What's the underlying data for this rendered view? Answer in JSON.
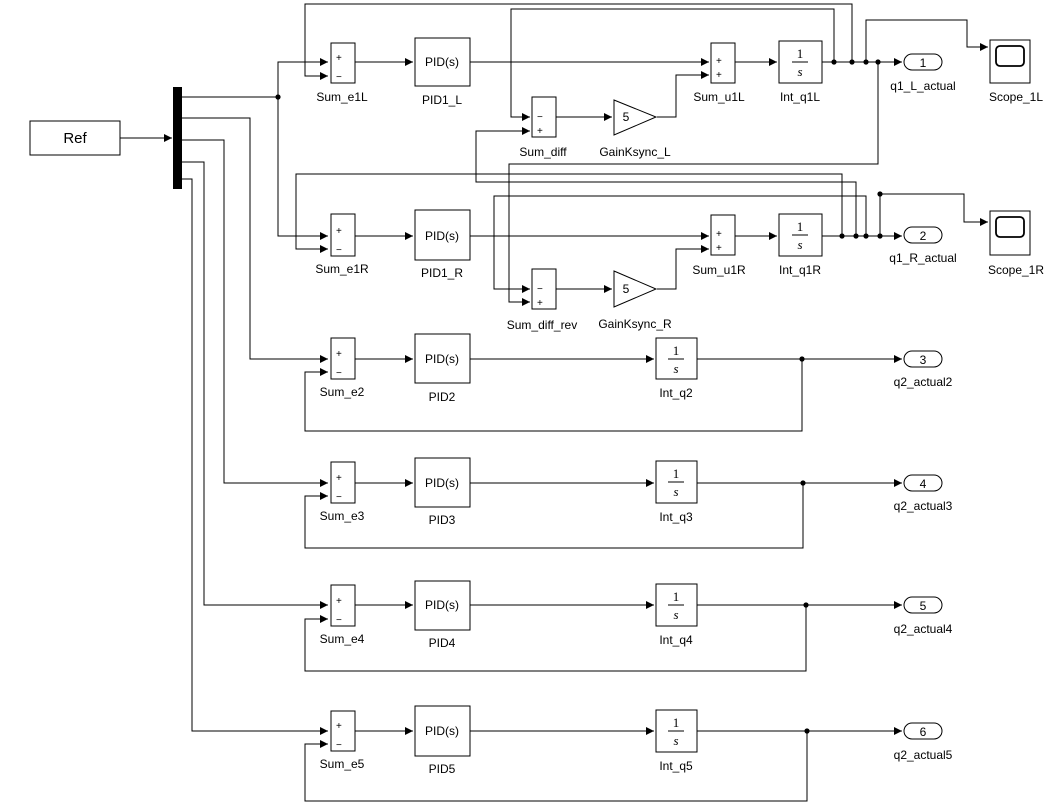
{
  "ref_block": {
    "label": "Ref"
  },
  "sums": {
    "e1L": "Sum_e1L",
    "e1R": "Sum_e1R",
    "e2": "Sum_e2",
    "e3": "Sum_e3",
    "e4": "Sum_e4",
    "e5": "Sum_e5",
    "diff": "Sum_diff",
    "diff_rev": "Sum_diff_rev",
    "u1L": "Sum_u1L",
    "u1R": "Sum_u1R"
  },
  "sign_plus": "+",
  "sign_minus": "−",
  "pid": {
    "text": "PID(s)",
    "names": {
      "L": "PID1_L",
      "R": "PID1_R",
      "p2": "PID2",
      "p3": "PID3",
      "p4": "PID4",
      "p5": "PID5"
    }
  },
  "integrator": {
    "num": "1",
    "den": "s",
    "names": {
      "L": "Int_q1L",
      "R": "Int_q1R",
      "q2": "Int_q2",
      "q3": "Int_q3",
      "q4": "Int_q4",
      "q5": "Int_q5"
    }
  },
  "gain": {
    "value": "5",
    "names": {
      "L": "GainKsync_L",
      "R": "GainKsync_R"
    }
  },
  "outports": [
    {
      "num": "1",
      "name": "q1_L_actual"
    },
    {
      "num": "2",
      "name": "q1_R_actual"
    },
    {
      "num": "3",
      "name": "q2_actual2"
    },
    {
      "num": "4",
      "name": "q2_actual3"
    },
    {
      "num": "5",
      "name": "q2_actual4"
    },
    {
      "num": "6",
      "name": "q2_actual5"
    }
  ],
  "scopes": {
    "L": "Scope_1L",
    "R": "Scope_1R"
  }
}
